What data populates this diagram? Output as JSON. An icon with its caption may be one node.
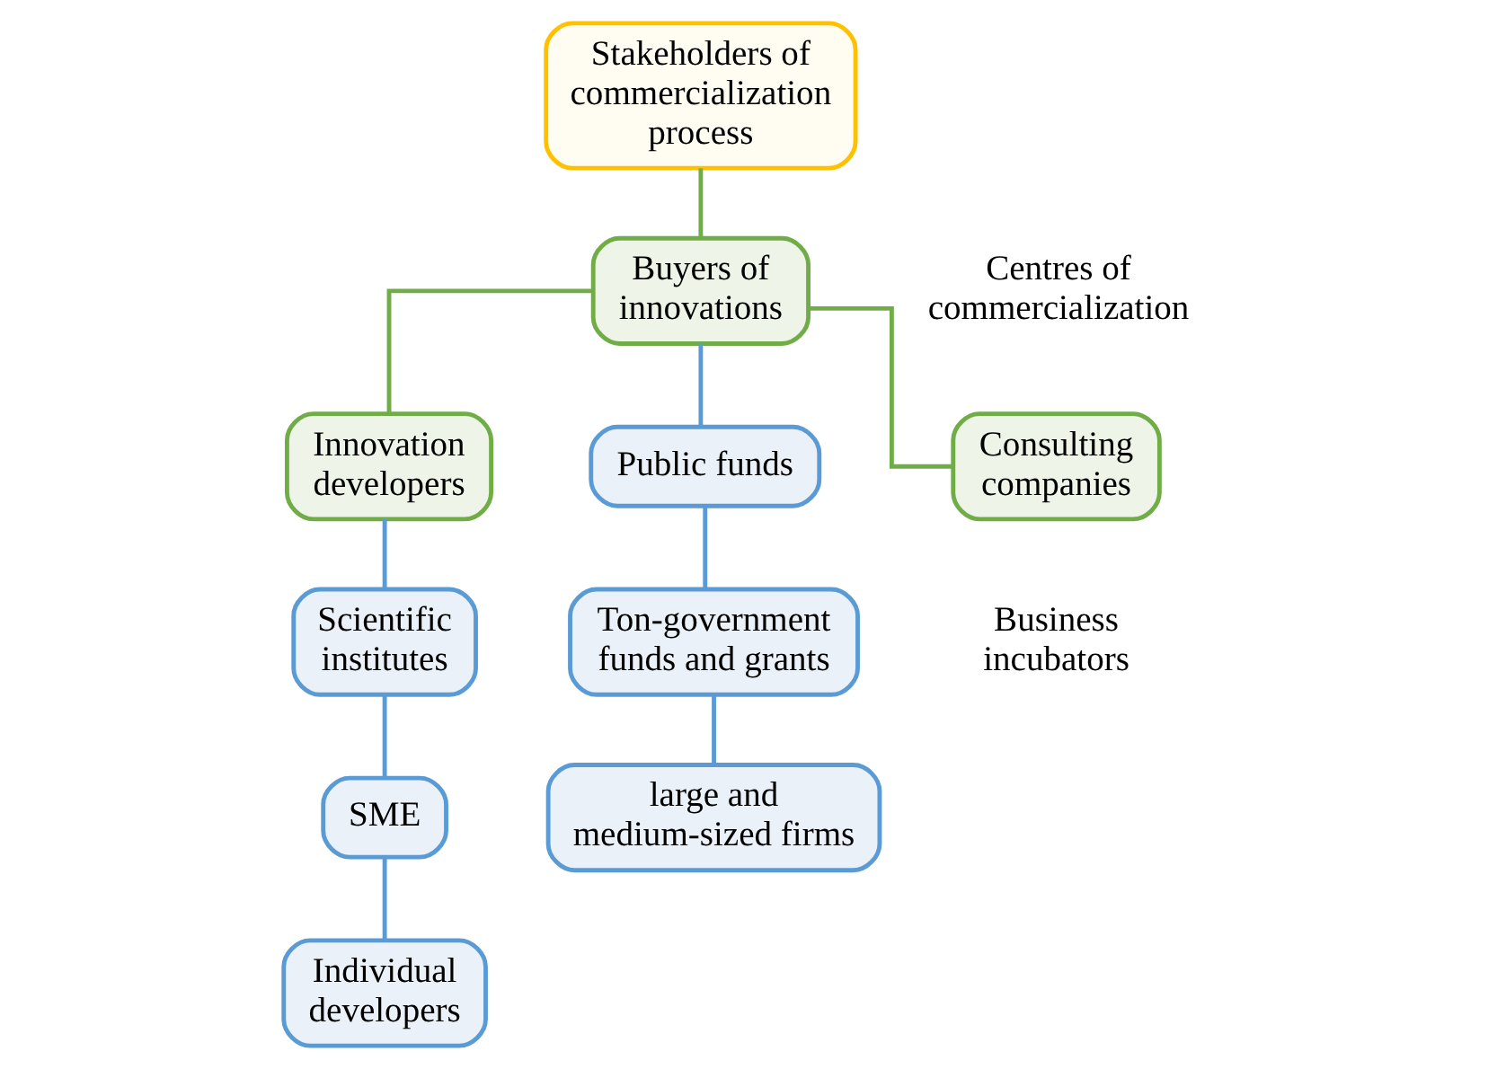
{
  "diagram": {
    "nodes": [
      {
        "text": [
          "Stakeholders of commercialization process"
        ]
      },
      {
        "text": [
          "Innovation developers"
        ]
      },
      {
        "text": [
          "Buyers of innovations"
        ]
      },
      {
        "text": [
          "Consulting companies"
        ]
      },
      {
        "text": [
          "Scientific institutes"
        ]
      },
      {
        "text": [
          "SME"
        ]
      },
      {
        "text": [
          "Individual developers"
        ]
      },
      {
        "text": [
          "Public funds"
        ]
      },
      {
        "text": [
          "Ton-government funds and grants"
        ]
      },
      {
        "text": [
          "large and medium-sized firms"
        ]
      }
    ],
    "edges": [
      {
        "from": 0,
        "to": 2,
        "arrow": "none",
        "color": "#70ad47"
      },
      {
        "from": 2,
        "to": 1,
        "arrow": "none",
        "color": "#70ad47"
      },
      {
        "from": 2,
        "to": 3,
        "arrow": "none",
        "color": "#70ad47"
      },
      {
        "from": 2,
        "to": 7,
        "arrow": "none"
      },
      {
        "from": 1,
        "to": 4,
        "arrow": "none"
      },
      {
        "from": 4,
        "to": 5,
        "arrow": "none"
      },
      {
        "from": 5,
        "to": 6,
        "arrow": "none"
      },
      {
        "from": 7,
        "to": 8,
        "arrow": "none"
      },
      {
        "from": 8,
        "to": 9,
        "arrow": "none"
      }
    ],
    "labels": [
      "Centres of commercialization",
      "Business incubators"
    ]
  }
}
